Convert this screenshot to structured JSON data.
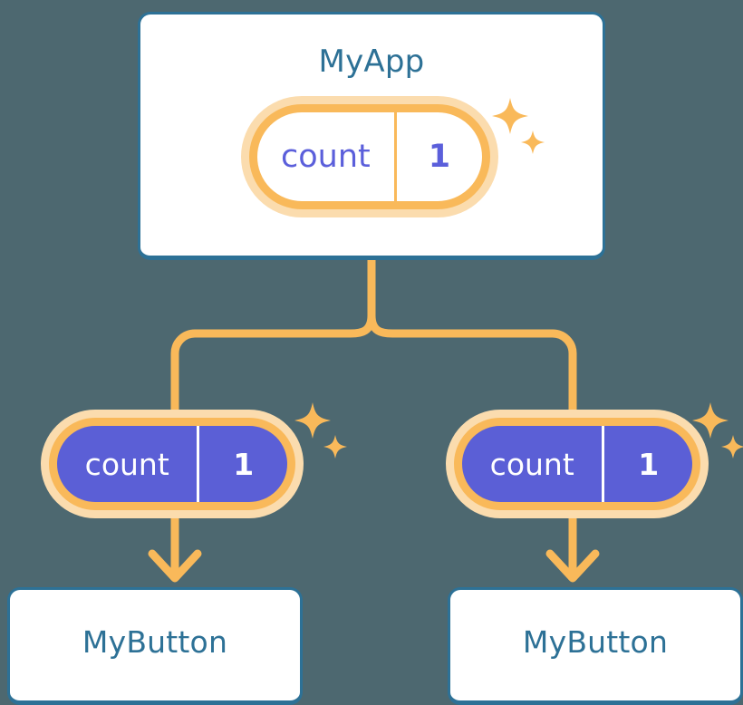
{
  "background_color": "#4d6870",
  "palette": {
    "component_border": "#2d7196",
    "component_title": "#2d7196",
    "state_ring_outer": "#fbdcae",
    "state_ring_inner": "#f9b95a",
    "state_value_purple": "#5b5fd6",
    "wire": "#f9b95a",
    "card_fill": "#ffffff"
  },
  "diagram": {
    "type": "component-tree",
    "root": {
      "name": "app-component",
      "title": "MyApp",
      "state": {
        "key": "count",
        "value": "1",
        "style": "outline",
        "sparkle": true
      }
    },
    "children": [
      {
        "name": "button-component-left",
        "title": "MyButton",
        "state": {
          "key": "count",
          "value": "1",
          "style": "filled",
          "sparkle": true
        }
      },
      {
        "name": "button-component-right",
        "title": "MyButton",
        "state": {
          "key": "count",
          "value": "1",
          "style": "filled",
          "sparkle": true
        }
      }
    ],
    "connectors": [
      {
        "name": "root-to-branch-stem",
        "kind": "line"
      },
      {
        "name": "branch-to-left-state",
        "kind": "line"
      },
      {
        "name": "branch-to-right-state",
        "kind": "line"
      },
      {
        "name": "left-state-to-button",
        "kind": "arrow"
      },
      {
        "name": "right-state-to-button",
        "kind": "arrow"
      }
    ],
    "sparkle_icons": [
      {
        "name": "sparkle-app"
      },
      {
        "name": "sparkle-left"
      },
      {
        "name": "sparkle-right"
      }
    ]
  }
}
